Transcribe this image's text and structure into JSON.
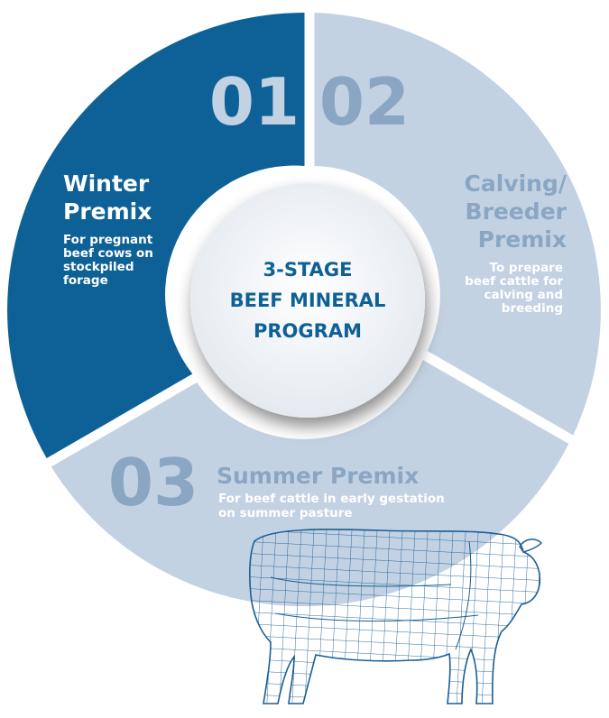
{
  "colors": {
    "segment_dark": "#0e6196",
    "segment_light": "#c3d2e3",
    "number_dark": "#c3d2e3",
    "number_light": "#8aa6c3",
    "title_light": "#8aa6c3",
    "center_text": "#0e6196",
    "center_fill": "#eef1f5",
    "cow_line": "#1a5f94"
  },
  "center": {
    "line1": "3-STAGE",
    "line2": "BEEF MINERAL",
    "line3": "PROGRAM"
  },
  "stages": [
    {
      "number": "01",
      "title_line1": "Winter",
      "title_line2": "Premix",
      "desc_line1": "For pregnant",
      "desc_line2": "beef cows on",
      "desc_line3": "stockpiled",
      "desc_line4": "forage"
    },
    {
      "number": "02",
      "title_line1": "Calving/",
      "title_line2": "Breeder",
      "title_line3": "Premix",
      "desc_line1": "To prepare",
      "desc_line2": "beef cattle for",
      "desc_line3": "calving and",
      "desc_line4": "breeding"
    },
    {
      "number": "03",
      "title_line1": "Summer Premix",
      "desc_line1": "For beef cattle in early gestation",
      "desc_line2": "on summer pasture"
    }
  ],
  "cow_icon": "cow-wireframe-icon"
}
